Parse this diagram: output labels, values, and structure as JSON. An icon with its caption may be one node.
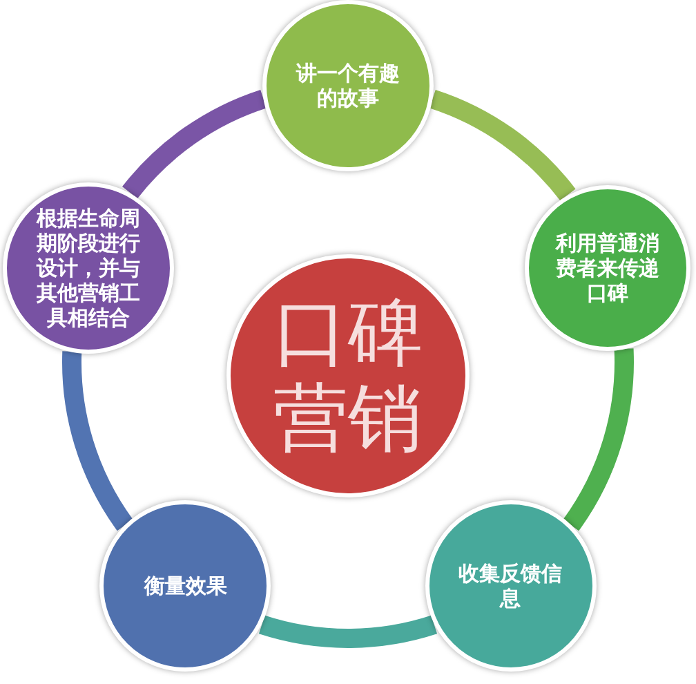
{
  "diagram": {
    "nodes": [
      {
        "text": [
          "口碑营销"
        ]
      },
      {
        "text": [
          "讲一个有趣的故事"
        ]
      },
      {
        "text": [
          "利用普通消费者来传递口碑"
        ]
      },
      {
        "text": [
          "收集反馈信息"
        ]
      },
      {
        "text": [
          "衡量效果"
        ]
      },
      {
        "text": [
          "根据生命周期阶段进行设计，并与其他营销工具相结合"
        ]
      }
    ],
    "edges": [
      {
        "from": 1,
        "to": 2,
        "arrow": "none",
        "color": "#97bd55"
      },
      {
        "from": 2,
        "to": 3,
        "arrow": "none",
        "color": "#4fb04f"
      },
      {
        "from": 3,
        "to": 4,
        "arrow": "none",
        "color": "#4aa99c"
      },
      {
        "from": 4,
        "to": 5,
        "arrow": "none",
        "color": "#5274b2"
      },
      {
        "from": 5,
        "to": 1,
        "arrow": "none",
        "color": "#7a55a6"
      }
    ]
  }
}
